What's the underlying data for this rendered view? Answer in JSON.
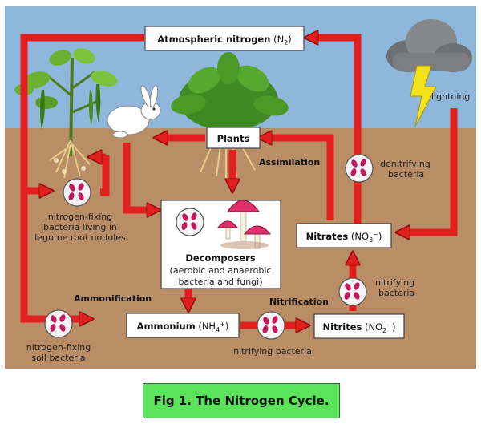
{
  "colors": {
    "sky": "#8fb7dc",
    "soil": "#b98d66",
    "arrow": "#e31e1e",
    "arrow_edge": "#8f0f0f",
    "caption_bg": "#5be35b",
    "bacteria": "#c2185b"
  },
  "nodes": {
    "atmospheric": {
      "label": "Atmospheric nitrogen",
      "formula": "(N",
      "sub": "2",
      "close": ")"
    },
    "plants": {
      "label": "Plants"
    },
    "nitrates": {
      "label": "Nitrates",
      "formula": "(NO",
      "sub": "3",
      "sup": "−",
      "close": ")"
    },
    "ammonium": {
      "label": "Ammonium",
      "formula": "(NH",
      "sub": "4",
      "sup": "+",
      "close": ")"
    },
    "nitrites": {
      "label": "Nitrites",
      "formula": "(NO",
      "sub": "2",
      "sup": "−",
      "close": ")"
    },
    "decomposers": {
      "title": "Decomposers",
      "line1": "(aerobic and anaerobic",
      "line2": "bacteria and fungi)"
    }
  },
  "labels": {
    "lightning": "lightning",
    "assimilation": "Assimilation",
    "ammonification": "Ammonification",
    "nitrification": "Nitrification",
    "denitrifying": [
      "denitrifying",
      "bacteria"
    ],
    "nitrifying_right": [
      "nitrifying",
      "bacteria"
    ],
    "nitrifying_bottom": "nitrifying bacteria",
    "nodule_bacteria": [
      "nitrogen-fixing",
      "bacteria living in",
      "legume root nodules"
    ],
    "soil_bacteria": [
      "nitrogen-fixing",
      "soil bacteria"
    ]
  },
  "icons": [
    "cloud-icon",
    "lightning-bolt-icon",
    "legume-plant-icon",
    "rabbit-icon",
    "leafy-plant-icon",
    "mushroom-icon",
    "bacteria-icon"
  ],
  "caption": "Fig 1. The Nitrogen Cycle."
}
